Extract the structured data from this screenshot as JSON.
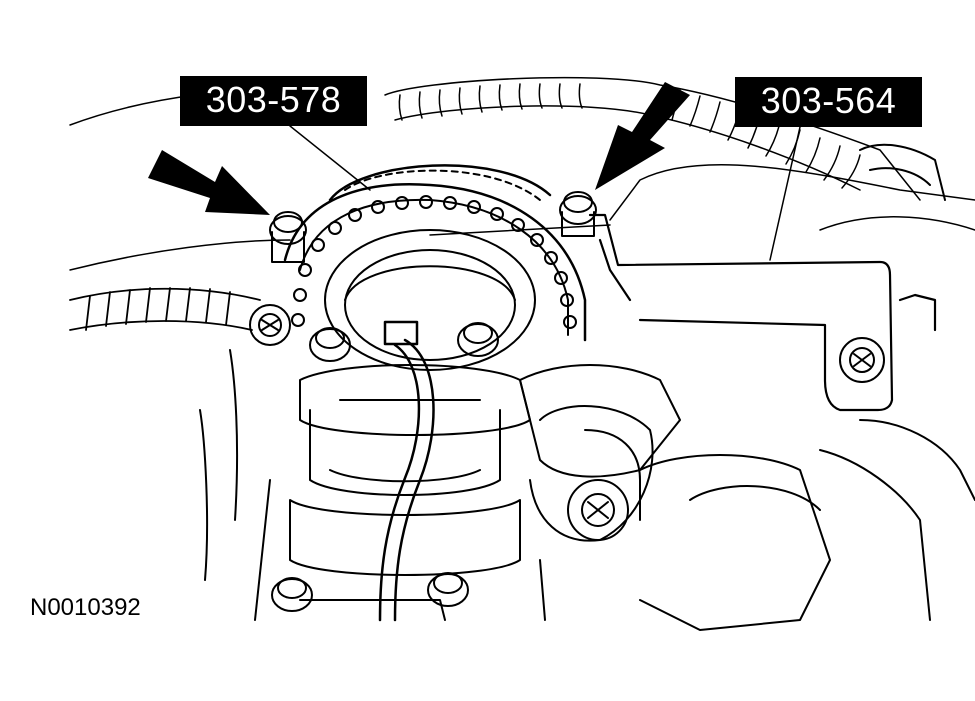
{
  "figure": {
    "id_label": "N0010392",
    "callouts": [
      {
        "key": "left",
        "text": "303-578"
      },
      {
        "key": "right",
        "text": "303-564"
      }
    ]
  },
  "colors": {
    "ink": "#000000",
    "paper": "#ffffff"
  }
}
